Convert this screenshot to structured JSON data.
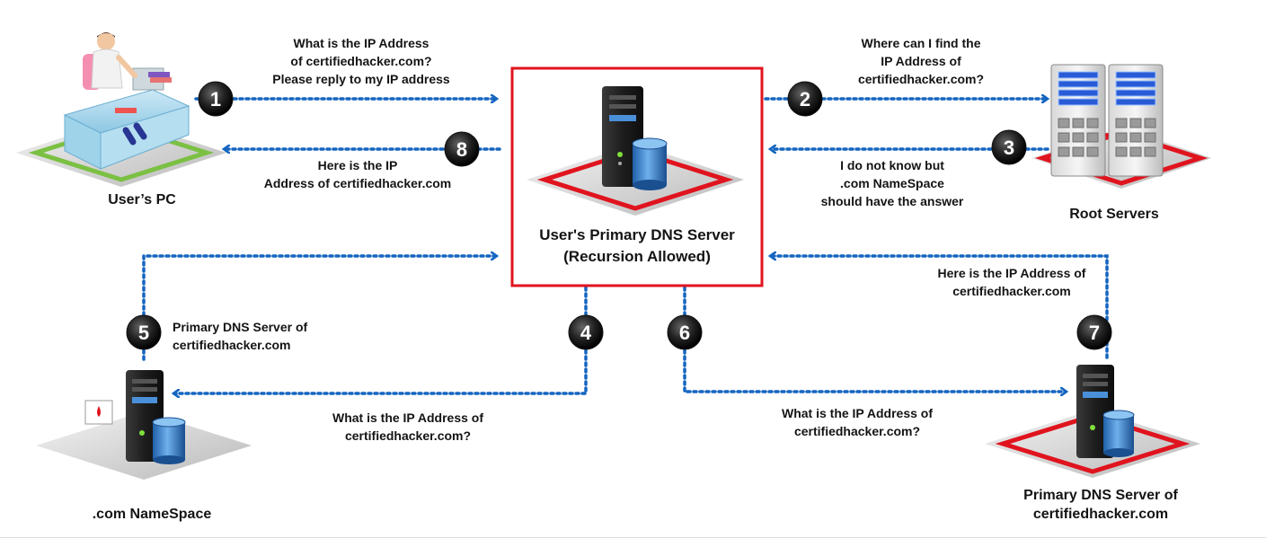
{
  "diagram": {
    "nodes": {
      "user_pc": {
        "label": "User’s  PC"
      },
      "primary_dns": {
        "lines": [
          "User's Primary DNS Server",
          "(Recursion Allowed)"
        ]
      },
      "root_servers": {
        "label": "Root Servers"
      },
      "com_namespace": {
        "label": ".com NameSpace"
      },
      "auth_dns": {
        "lines": [
          "Primary DNS Server of",
          "certifiedhacker.com"
        ]
      }
    },
    "steps": [
      {
        "number": "1",
        "lines": [
          "What is the IP Address",
          "of certifiedhacker.com?",
          "Please reply to my IP address"
        ]
      },
      {
        "number": "2",
        "lines": [
          "Where can I find the",
          "IP Address of",
          "certifiedhacker.com?"
        ]
      },
      {
        "number": "3",
        "lines": [
          "I do not know but",
          ".com NameSpace",
          "should have the answer"
        ]
      },
      {
        "number": "4",
        "lines": [
          "What is the IP Address of",
          "certifiedhacker.com?"
        ]
      },
      {
        "number": "5",
        "lines": [
          "Primary DNS Server of",
          "certifiedhacker.com"
        ]
      },
      {
        "number": "6",
        "lines": [
          "What is the IP Address of",
          "certifiedhacker.com?"
        ]
      },
      {
        "number": "7",
        "lines": [
          "Here is the IP Address of",
          "certifiedhacker.com"
        ]
      },
      {
        "number": "8",
        "lines": [
          "Here is the IP",
          "Address of certifiedhacker.com"
        ]
      }
    ],
    "colors": {
      "arrow": "#1565c0",
      "highlight_border": "#e0141e",
      "badge": "#1f1f1f"
    }
  }
}
